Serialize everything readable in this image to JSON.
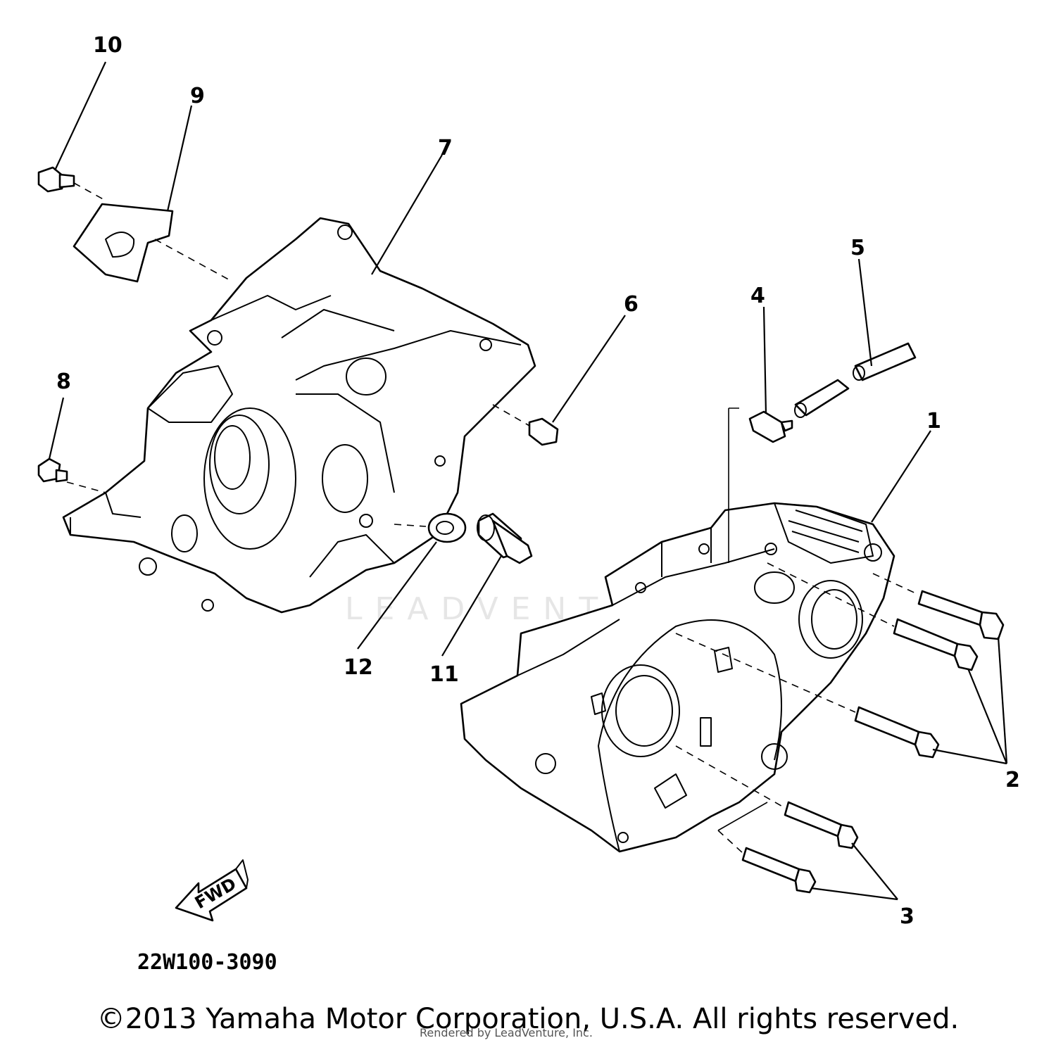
{
  "callouts": {
    "c1": "1",
    "c2": "2",
    "c3": "3",
    "c4": "4",
    "c5": "5",
    "c6": "6",
    "c7": "7",
    "c8": "8",
    "c9": "9",
    "c10": "10",
    "c11": "11",
    "c12": "12"
  },
  "fwd_label": "FWD",
  "diagram_code": "22W100-3090",
  "copyright": "©2013 Yamaha Motor Corporation, U.S.A. All rights reserved.",
  "watermark": "LEADVENTURE",
  "render_credit": "Rendered by LeadVenture, Inc."
}
